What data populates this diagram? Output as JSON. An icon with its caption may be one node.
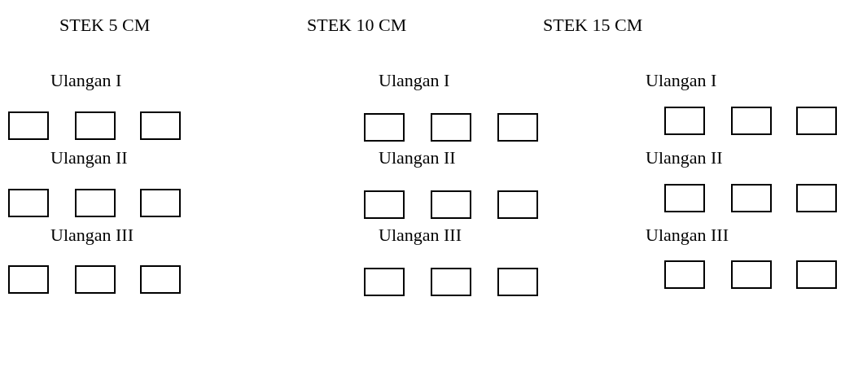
{
  "diagram": {
    "nodes": [
      {
        "text": [],
        "shape": "box"
      },
      {
        "text": [],
        "shape": "box"
      },
      {
        "text": [],
        "shape": "box"
      },
      {
        "text": [],
        "shape": "box"
      },
      {
        "text": [],
        "shape": "box"
      },
      {
        "text": [],
        "shape": "box"
      },
      {
        "text": [],
        "shape": "box"
      },
      {
        "text": [],
        "shape": "box"
      },
      {
        "text": [],
        "shape": "box"
      },
      {
        "text": [],
        "shape": "box"
      },
      {
        "text": [],
        "shape": "box"
      },
      {
        "text": [],
        "shape": "box"
      },
      {
        "text": [],
        "shape": "box"
      },
      {
        "text": [],
        "shape": "box"
      },
      {
        "text": [],
        "shape": "box"
      },
      {
        "text": [],
        "shape": "box"
      },
      {
        "text": [],
        "shape": "box"
      },
      {
        "text": [],
        "shape": "box"
      },
      {
        "text": [],
        "shape": "box"
      },
      {
        "text": [],
        "shape": "box"
      },
      {
        "text": [],
        "shape": "box"
      },
      {
        "text": [],
        "shape": "box"
      },
      {
        "text": [],
        "shape": "box"
      },
      {
        "text": [],
        "shape": "box"
      },
      {
        "text": [],
        "shape": "box"
      },
      {
        "text": [],
        "shape": "box"
      },
      {
        "text": [],
        "shape": "box"
      }
    ],
    "labels": [
      "STEK 5 CM",
      "STEK 10 CM",
      "STEK 15 CM",
      "Ulangan I",
      "Ulangan I",
      "Ulangan I",
      "Ulangan II",
      "Ulangan II",
      "Ulangan II",
      "Ulangan III",
      "Ulangan III",
      "Ulangan III"
    ]
  }
}
